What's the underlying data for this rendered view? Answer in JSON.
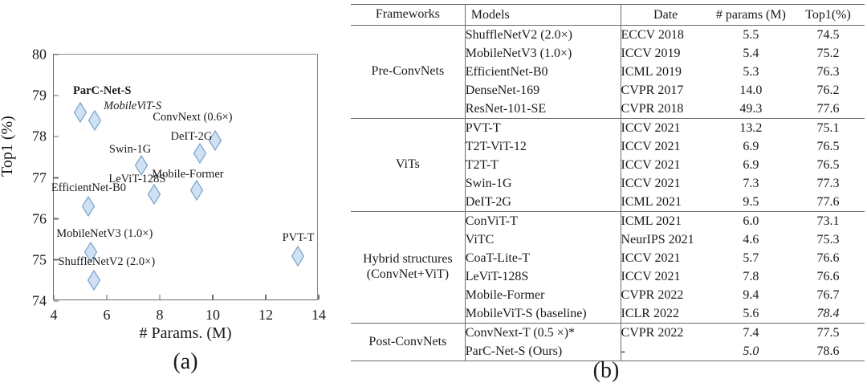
{
  "chart_data": [
    {
      "type": "scatter",
      "title": "",
      "xlabel": "# Params. (M)",
      "ylabel": "Top1 (%)",
      "xlim": [
        4,
        14
      ],
      "ylim": [
        74,
        80
      ],
      "xticks": [
        "4",
        "6",
        "8",
        "10",
        "12",
        "14"
      ],
      "yticks": [
        "74",
        "75",
        "76",
        "77",
        "78",
        "79",
        "80"
      ],
      "grid": false,
      "legend": "none",
      "marker_fill": "#cfe1f3",
      "marker_stroke": "#7ba3cc",
      "points": [
        {
          "label": "ParC-Net-S",
          "x": 5.0,
          "y": 78.6,
          "style": "bold",
          "lx": -9,
          "ly": -34
        },
        {
          "label": "MobileViT-S",
          "x": 5.55,
          "y": 78.4,
          "style": "italic",
          "lx": 11,
          "ly": -25
        },
        {
          "label": "ConvNext (0.6×)",
          "x": 10.1,
          "y": 77.9,
          "style": "normal",
          "lx": -78,
          "ly": -36
        },
        {
          "label": "DeIT-2G",
          "x": 9.5,
          "y": 77.6,
          "style": "normal",
          "lx": -36,
          "ly": -28
        },
        {
          "label": "Swin-1G",
          "x": 7.3,
          "y": 77.3,
          "style": "normal",
          "lx": -40,
          "ly": -27
        },
        {
          "label": "Mobile-Former",
          "x": 9.4,
          "y": 76.7,
          "style": "normal",
          "lx": -56,
          "ly": -27
        },
        {
          "label": "LeViT-128S",
          "x": 7.8,
          "y": 76.6,
          "style": "normal",
          "lx": -57,
          "ly": -26
        },
        {
          "label": "EfficientNet-B0",
          "x": 5.3,
          "y": 76.3,
          "style": "normal",
          "lx": -46,
          "ly": -30
        },
        {
          "label": "MobileNetV3 (1.0×)",
          "x": 5.4,
          "y": 75.2,
          "style": "normal",
          "lx": -43,
          "ly": -30
        },
        {
          "label": "ShuffleNetV2 (2.0×)",
          "x": 5.5,
          "y": 74.5,
          "style": "normal",
          "lx": -44,
          "ly": -30
        },
        {
          "label": "PVT-T",
          "x": 13.2,
          "y": 75.1,
          "style": "normal",
          "lx": -19,
          "ly": -30
        }
      ]
    },
    {
      "type": "table",
      "title": "",
      "columns": [
        "Frameworks",
        "Models",
        "Date",
        "# params (M)",
        "Top1(%)"
      ],
      "groups": [
        {
          "framework": "Pre-ConvNets",
          "rows": [
            {
              "model": "ShuffleNetV2 (2.0×)",
              "date": "ECCV 2018",
              "params": "5.5",
              "top1": "74.5"
            },
            {
              "model": "MobileNetV3 (1.0×)",
              "date": "ICCV 2019",
              "params": "5.4",
              "top1": "75.2"
            },
            {
              "model": "EfficientNet-B0",
              "date": "ICML 2019",
              "params": "5.3",
              "top1": "76.3"
            },
            {
              "model": "DenseNet-169",
              "date": "CVPR 2017",
              "params": "14.0",
              "top1": "76.2"
            },
            {
              "model": "ResNet-101-SE",
              "date": "CVPR 2018",
              "params": "49.3",
              "top1": "77.6"
            }
          ]
        },
        {
          "framework": "ViTs",
          "rows": [
            {
              "model": "PVT-T",
              "date": "ICCV 2021",
              "params": "13.2",
              "top1": "75.1"
            },
            {
              "model": "T2T-ViT-12",
              "date": "ICCV 2021",
              "params": "6.9",
              "top1": "76.5"
            },
            {
              "model": "T2T-T",
              "date": "ICCV 2021",
              "params": "6.9",
              "top1": "76.5"
            },
            {
              "model": "Swin-1G",
              "date": "ICCV 2021",
              "params": "7.3",
              "top1": "77.3"
            },
            {
              "model": "DeIT-2G",
              "date": "ICML 2021",
              "params": "9.5",
              "top1": "77.6"
            }
          ]
        },
        {
          "framework": "Hybrid structures (ConvNet+ViT)",
          "framework_line1": "Hybrid structures",
          "framework_line2": "(ConvNet+ViT)",
          "rows": [
            {
              "model": "ConViT-T",
              "date": "ICML 2021",
              "params": "6.0",
              "top1": "73.1"
            },
            {
              "model": "ViTC",
              "date": "NeurIPS 2021",
              "params": "4.6",
              "params_style": "bold",
              "top1": "75.3"
            },
            {
              "model": "CoaT-Lite-T",
              "date": "ICCV 2021",
              "params": "5.7",
              "top1": "76.6"
            },
            {
              "model": "LeViT-128S",
              "date": "ICCV 2021",
              "params": "7.8",
              "top1": "76.6"
            },
            {
              "model": "Mobile-Former",
              "date": "CVPR 2022",
              "params": "9.4",
              "top1": "76.7"
            },
            {
              "model": "MobileViT-S (baseline)",
              "date": "ICLR 2022",
              "params": "5.6",
              "top1": "78.4",
              "top1_style": "italic"
            }
          ]
        },
        {
          "framework": "Post-ConvNets",
          "rows": [
            {
              "model": "ConvNext-T (0.5 ×)*",
              "date": "CVPR 2022",
              "params": "7.4",
              "top1": "77.5"
            },
            {
              "model": "ParC-Net-S  (Ours)",
              "date": "-",
              "params": "5.0",
              "params_style": "italic",
              "top1": "78.6",
              "top1_style": "bold"
            }
          ]
        }
      ]
    }
  ],
  "captions": {
    "a": "(a)",
    "b": "(b)"
  }
}
